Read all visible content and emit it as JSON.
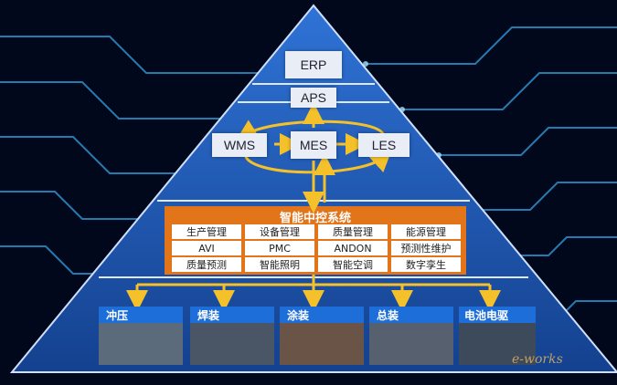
{
  "top": {
    "erp": "ERP",
    "aps": "APS"
  },
  "middle": {
    "wms": "WMS",
    "mes": "MES",
    "les": "LES"
  },
  "control_system": {
    "title": "智能中控系统",
    "grid": [
      [
        "生产管理",
        "设备管理",
        "质量管理",
        "能源管理"
      ],
      [
        "AVI",
        "PMC",
        "ANDON",
        "预测性维护"
      ],
      [
        "质量预测",
        "智能照明",
        "智能空调",
        "数字孪生"
      ]
    ]
  },
  "workshops": [
    "冲压",
    "焊装",
    "涂装",
    "总装",
    "电池电驱"
  ],
  "colors": {
    "arrow": "#f5c12a",
    "control_panel": "#e2741a",
    "pyramid": "#1f5ab8"
  },
  "watermark": "e-works"
}
